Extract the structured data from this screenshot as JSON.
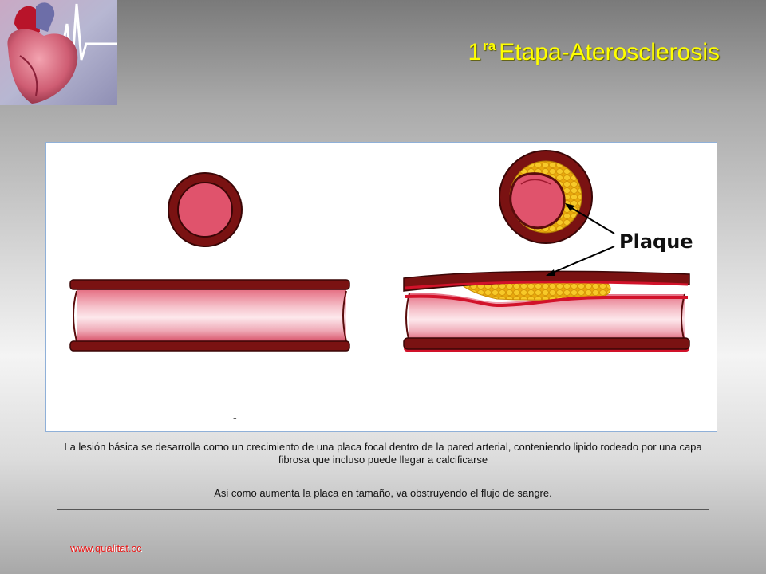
{
  "slide": {
    "title_number": "1",
    "title_superscript": "ra",
    "title_text": "Etapa-Aterosclerosis"
  },
  "figure": {
    "plaque_label": "Plaque",
    "minor_mark": "-"
  },
  "captions": {
    "paragraph1": "La lesión básica se desarrolla como un crecimiento de una placa focal dentro de la pared arterial, conteniendo lipido rodeado por una capa fibrosa que incluso puede llegar a calcificarse",
    "paragraph2": "Asi como aumenta la placa en tamaño, va obstruyendo el flujo de sangre."
  },
  "footer": {
    "link_text": "www.qualitat.cc"
  },
  "colors": {
    "title": "#ffff00",
    "artery_wall": "#7a1212",
    "lumen": "#e0536c",
    "plaque": "#f5c518",
    "link": "#e81818"
  }
}
